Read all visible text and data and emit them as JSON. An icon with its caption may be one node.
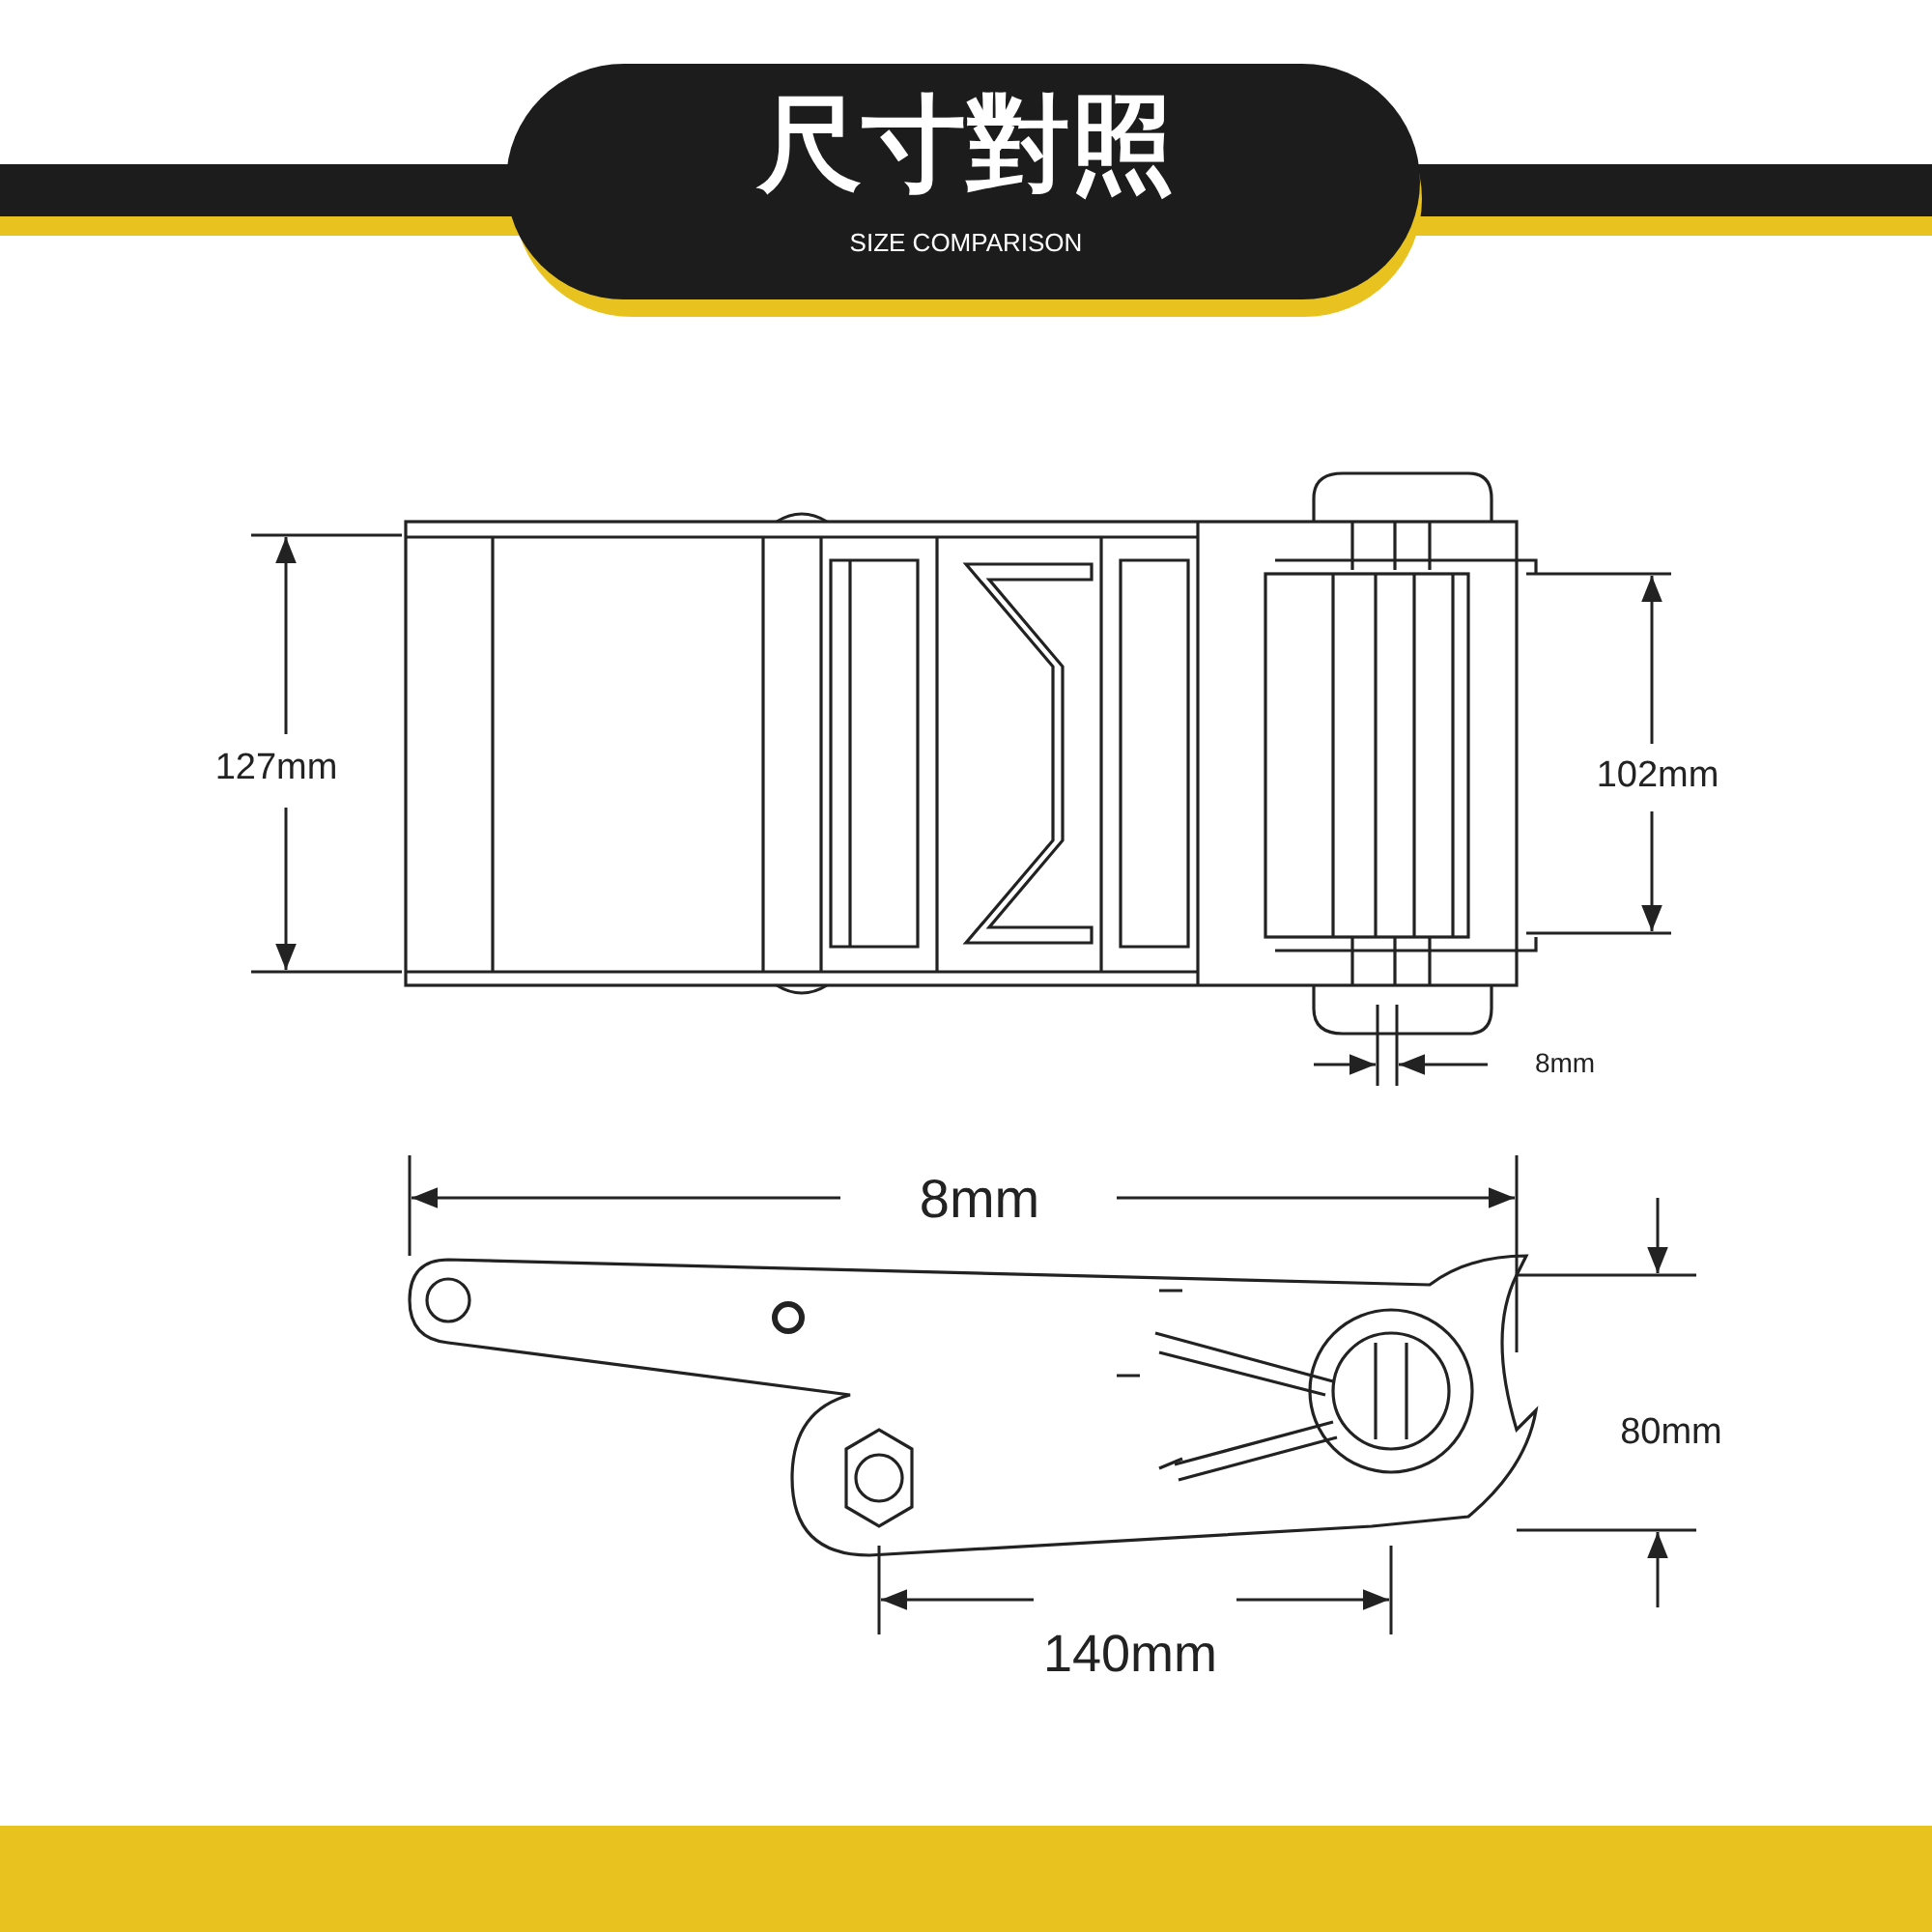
{
  "diagram": {
    "title": "尺寸對照",
    "labels": [
      "SIZE COMPARISON",
      "127mm",
      "102mm",
      "8mm",
      "8mm",
      "80mm",
      "140mm"
    ]
  }
}
